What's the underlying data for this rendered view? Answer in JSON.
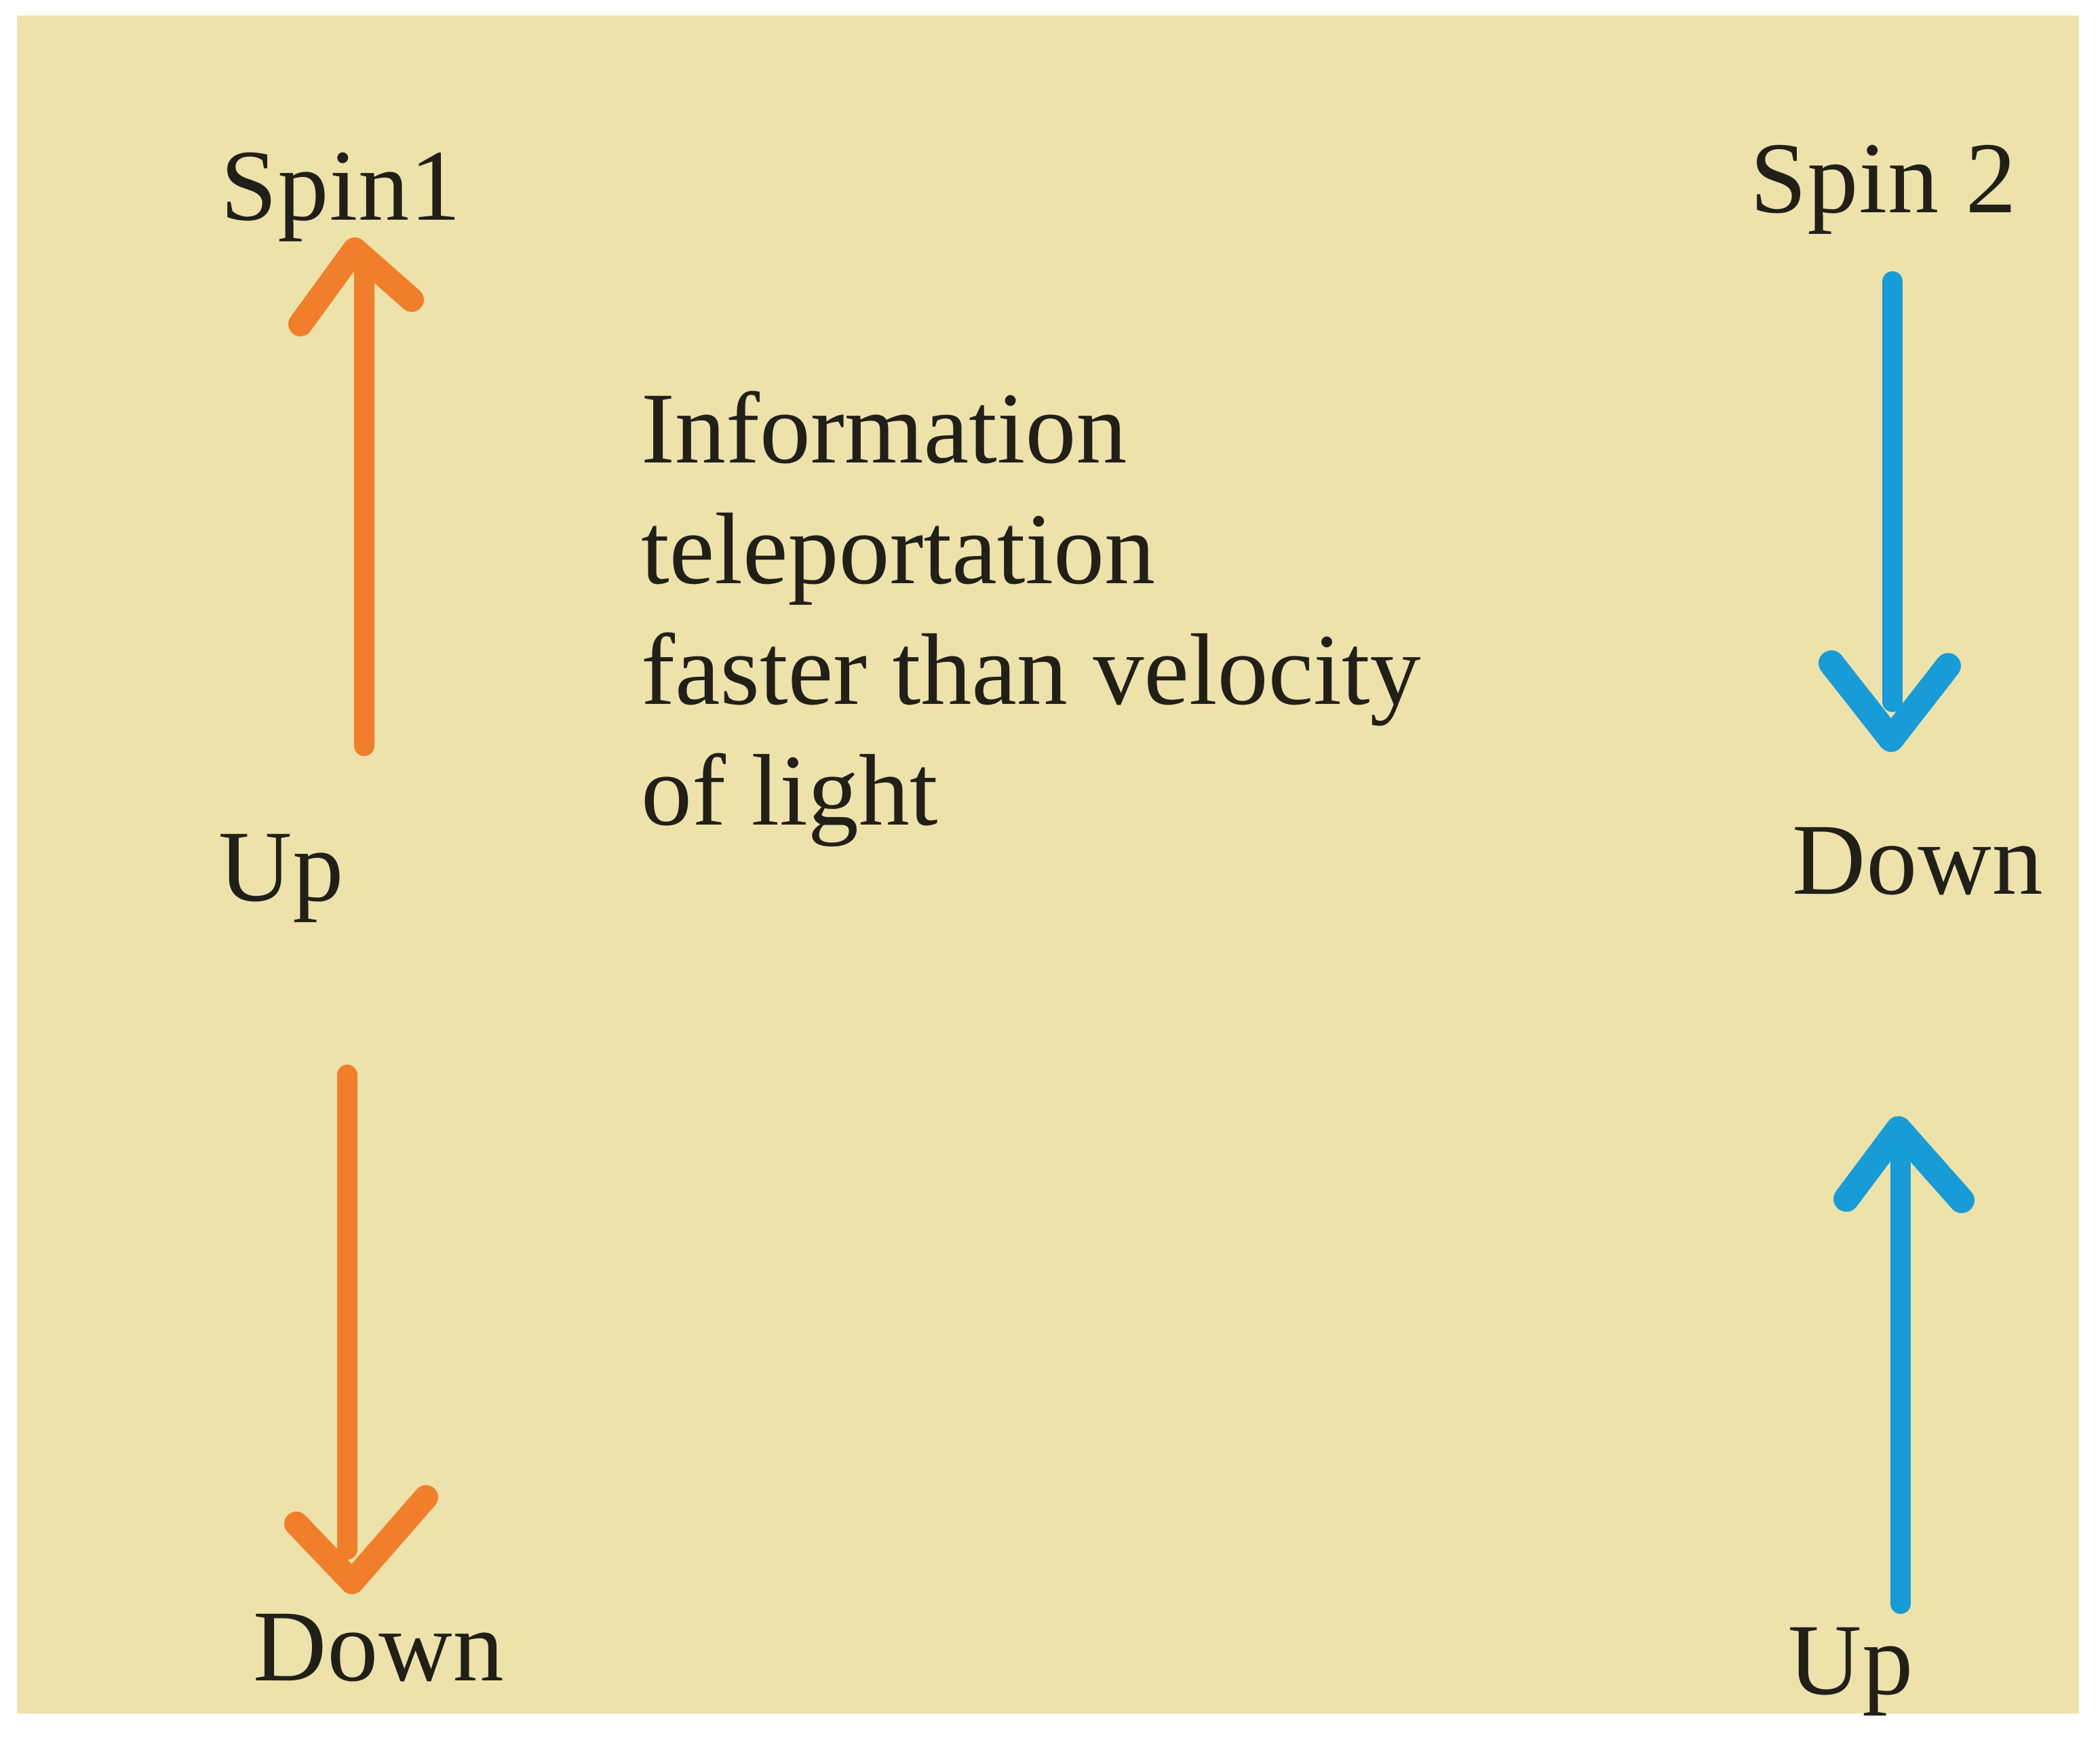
{
  "canvas": {
    "background_color": "#EDE2AA",
    "page_background_color": "#FFFFFF",
    "text_color": "#201F18"
  },
  "labels": {
    "spin1_title": "Spin1",
    "spin2_title": "Spin 2",
    "spin1_state_top": "Up",
    "spin2_state_top": "Down",
    "spin1_state_bottom": "Down",
    "spin2_state_bottom": "Up"
  },
  "caption": {
    "lines": [
      "Information",
      "teleportation",
      "faster than velocity",
      "of light"
    ]
  },
  "arrows": [
    {
      "name": "spin1-up-arrow",
      "direction": "up",
      "color": "#F17E2B"
    },
    {
      "name": "spin2-down-arrow",
      "direction": "down",
      "color": "#189CD8"
    },
    {
      "name": "spin1-down-arrow",
      "direction": "down",
      "color": "#F17E2B"
    },
    {
      "name": "spin2-up-arrow",
      "direction": "up",
      "color": "#189CD8"
    }
  ]
}
